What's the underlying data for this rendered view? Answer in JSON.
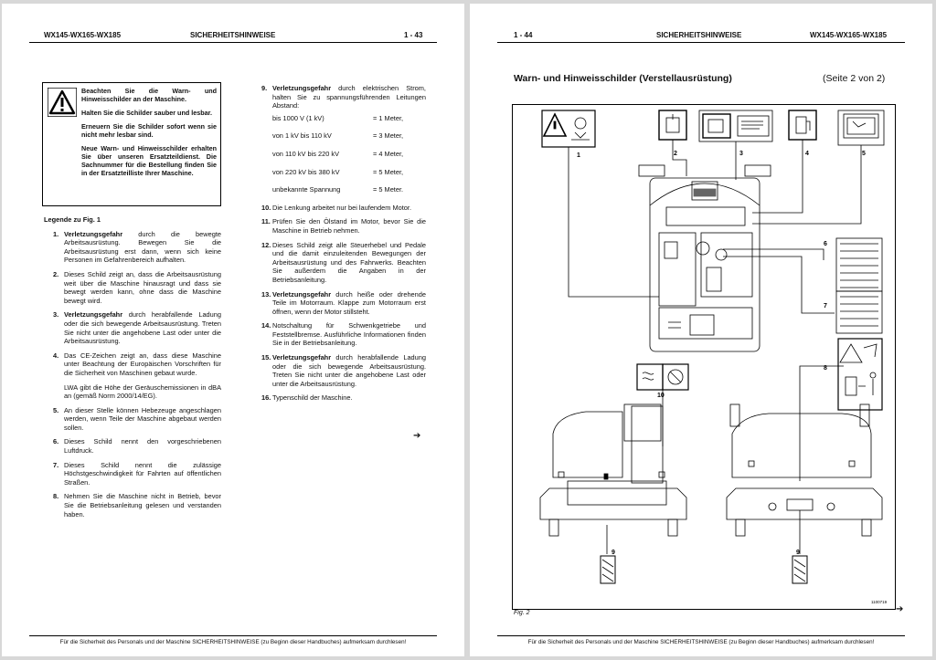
{
  "left": {
    "header": {
      "model": "WX145-WX165-WX185",
      "section": "SICHERHEITSHINWEISE",
      "page": "1 - 43"
    },
    "warning": [
      "Beachten Sie die Warn- und Hinweisschilder an der Maschine.",
      "Halten Sie die Schilder sauber und lesbar.",
      "Erneuern Sie die Schilder sofort wenn sie nicht mehr lesbar sind.",
      "Neue Warn- und Hinweisschilder erhalten Sie über unseren Ersatzteildienst. Die Sachnummer für die Bestellung finden Sie in der Ersatzteilliste Ihrer Maschine."
    ],
    "legend_title": "Legende zu Fig. 1",
    "items": [
      {
        "n": "1.",
        "bold": "Verletzungsgefahr",
        "text": " durch die bewegte Arbeitsausrüstung. Bewegen Sie die Arbeitsausrüstung erst dann, wenn sich keine Personen im Gefahrenbereich aufhalten."
      },
      {
        "n": "2.",
        "bold": "",
        "text": "Dieses Schild zeigt an, dass die Arbeitsausrüstung weit über die Maschine hinausragt und dass sie bewegt werden kann, ohne dass die Maschine bewegt wird."
      },
      {
        "n": "3.",
        "bold": "Verletzungsgefahr",
        "text": " durch herabfallende Ladung oder die sich bewegende Arbeitsausrüstung. Treten Sie nicht unter die angehobene Last oder unter die Arbeitsausrüstung."
      },
      {
        "n": "4.",
        "bold": "",
        "text": "Das CE-Zeichen zeigt an, dass diese Maschine unter Beachtung der Europäischen Vorschriften für die Sicherheit von Maschinen gebaut wurde."
      },
      {
        "n": "",
        "bold": "",
        "text": "LWA gibt die Höhe der Geräuschemissionen in dBA an (gemäß Norm 2000/14/EG)."
      },
      {
        "n": "5.",
        "bold": "",
        "text": "An dieser Stelle können Hebezeuge angeschlagen werden, wenn Teile der Maschine abgebaut werden sollen."
      },
      {
        "n": "6.",
        "bold": "",
        "text": "Dieses Schild nennt den vorgeschriebenen Luftdruck."
      },
      {
        "n": "7.",
        "bold": "",
        "text": "Dieses Schild nennt die zulässige Höchstgeschwindigkeit für Fahrten auf öffentlichen Straßen."
      },
      {
        "n": "8.",
        "bold": "",
        "text": "Nehmen Sie die Maschine nicht in Betrieb, bevor Sie die Betriebsanleitung gelesen und verstanden haben."
      }
    ],
    "item9": {
      "n": "9.",
      "bold": "Verletzungsgefahr",
      "text": " durch elektrischen Strom, halten Sie zu spannungsführenden Leitungen Abstand:"
    },
    "voltages": [
      [
        "bis 1000 V (1 kV)",
        "= 1 Meter,"
      ],
      [
        "von 1 kV bis 110 kV",
        "= 3 Meter,"
      ],
      [
        "von 110 kV bis 220 kV",
        "= 4 Meter,"
      ],
      [
        "von 220 kV bis 380 kV",
        "= 5 Meter,"
      ],
      [
        "unbekannte Spannung",
        "= 5 Meter."
      ]
    ],
    "items2": [
      {
        "n": "10.",
        "bold": "",
        "text": "Die Lenkung arbeitet nur bei laufendem Motor."
      },
      {
        "n": "11.",
        "bold": "",
        "text": "Prüfen Sie den Ölstand im Motor, bevor Sie die Maschine in Betrieb nehmen."
      },
      {
        "n": "12.",
        "bold": "",
        "text": "Dieses Schild zeigt alle Steuerhebel und Pedale und die damit einzuleitenden Bewegungen der Arbeitsausrüstung und des Fahrwerks. Beachten Sie außerdem die Angaben in der Betriebsanleitung."
      },
      {
        "n": "13.",
        "bold": "Verletzungsgefahr",
        "text": " durch heiße oder drehende Teile im Motorraum. Klappe zum Motorraum erst öffnen, wenn der Motor stillsteht."
      },
      {
        "n": "14.",
        "bold": "",
        "text": "Notschaltung für Schwenkgetriebe und Feststellbremse. Ausführliche Informationen finden Sie in der Betriebsanleitung."
      },
      {
        "n": "15.",
        "bold": "Verletzungsgefahr",
        "text": " durch herabfallende Ladung oder die sich bewegende Arbeitsausrüstung. Treten Sie nicht unter die angehobene Last oder unter die Arbeitsausrüstung."
      },
      {
        "n": "16.",
        "bold": "",
        "text": "Typenschild der Maschine."
      }
    ],
    "continue": "➔"
  },
  "right": {
    "header": {
      "page": "1 - 44",
      "section": "SICHERHEITSHINWEISE",
      "model": "WX145-WX165-WX185"
    },
    "title": "Warn- und Hinweisschilder (Verstellausrüstung)",
    "subtitle": "(Seite 2 von 2)",
    "callouts": [
      "1",
      "2",
      "3",
      "4",
      "5",
      "6",
      "7",
      "8",
      "9",
      "9",
      "10"
    ],
    "drawing_code": "1100719",
    "fig": "Fig. 2",
    "continue": "➔"
  },
  "footer": "Für die Sicherheit des Personals und der Maschine SICHERHEITSHINWEISE (zu Beginn dieser Handbuches) aufmerksam durchlesen!"
}
